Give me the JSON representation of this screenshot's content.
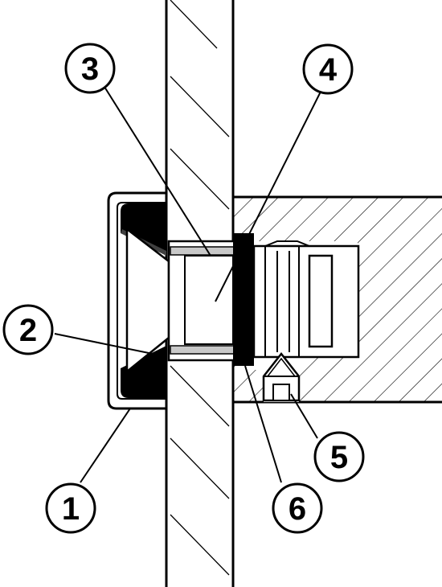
{
  "callouts": [
    {
      "label": "1"
    },
    {
      "label": "2"
    },
    {
      "label": "3"
    },
    {
      "label": "4"
    },
    {
      "label": "5"
    },
    {
      "label": "6"
    }
  ],
  "colors": {
    "ink": "#000000",
    "paper": "#ffffff",
    "highlight": "#c8c8c8"
  }
}
